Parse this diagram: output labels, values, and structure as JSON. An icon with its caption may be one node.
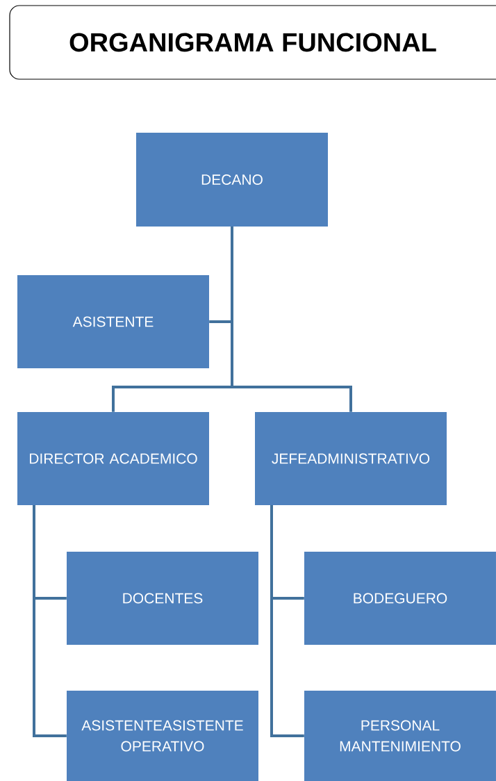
{
  "diagram": {
    "title": "ORGANIGRAMA FUNCIONAL",
    "nodes": [
      {
        "text": [
          "DECANO"
        ]
      },
      {
        "text": [
          "ASISTENTE"
        ]
      },
      {
        "text": [
          "DIRECTOR ACADEMICO"
        ]
      },
      {
        "text": [
          "JEFEADMINISTRATIVO"
        ]
      },
      {
        "text": [
          "DOCENTES"
        ]
      },
      {
        "text": [
          "ASISTENTEASISTENTE OPERATIVO"
        ]
      },
      {
        "text": [
          "BODEGUERO"
        ]
      },
      {
        "text": [
          "PERSONAL MANTENIMIENTO"
        ]
      }
    ],
    "edges": [
      {
        "from": 0,
        "to": 1,
        "arrow": "none"
      },
      {
        "from": 0,
        "to": 2,
        "arrow": "none"
      },
      {
        "from": 0,
        "to": 3,
        "arrow": "none"
      },
      {
        "from": 2,
        "to": 4,
        "arrow": "none"
      },
      {
        "from": 2,
        "to": 5,
        "arrow": "none"
      },
      {
        "from": 3,
        "to": 6,
        "arrow": "none"
      },
      {
        "from": 3,
        "to": 7,
        "arrow": "none"
      }
    ]
  }
}
